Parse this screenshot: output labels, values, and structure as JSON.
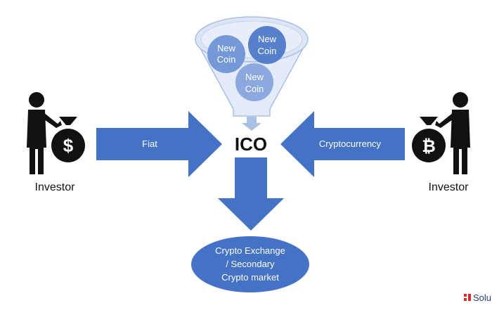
{
  "funnel": {
    "coins": [
      "New Coin",
      "New Coin",
      "New Coin"
    ]
  },
  "center": {
    "label": "ICO"
  },
  "arrows": {
    "left_label": "Fiat",
    "right_label": "Cryptocurrency"
  },
  "investors": {
    "left": {
      "label": "Investor",
      "bag_symbol": "$",
      "icon": "investor-dollar-bag-icon"
    },
    "right": {
      "label": "Investor",
      "bag_symbol": "₿",
      "icon": "investor-bitcoin-bag-icon"
    }
  },
  "destination": {
    "lines": [
      "Crypto Exchange",
      "/ Secondary",
      "Crypto market"
    ]
  },
  "watermark": {
    "text": "Solu"
  },
  "colors": {
    "arrow": "#4472c4",
    "coin": "#6f93d6",
    "funnel_fill": "#e3ebf8",
    "funnel_stroke": "#a9bfe3",
    "figure": "#111111"
  }
}
